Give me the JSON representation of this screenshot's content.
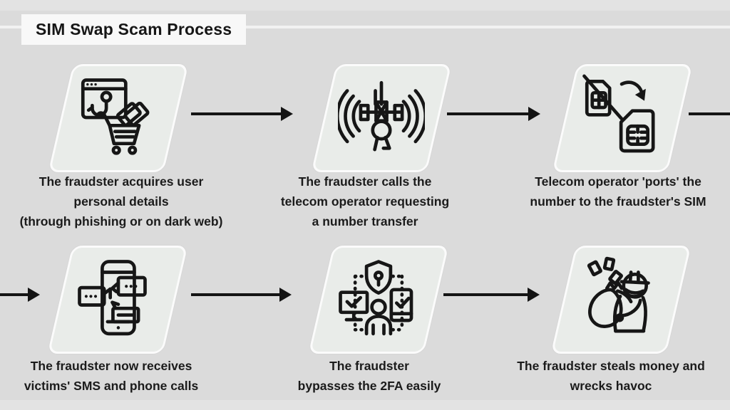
{
  "title": "SIM Swap Scam Process",
  "colors": {
    "background": "#dbdbdb",
    "band": "#e3e3e3",
    "box_fill": "#e9ece9",
    "box_border": "#fbfbfb",
    "text": "#1b1b1b",
    "arrow": "#141414"
  },
  "steps": [
    {
      "icon": "phishing-cart-icon",
      "caption": "The fraudster acquires user\npersonal details\n(through phishing or on dark web)"
    },
    {
      "icon": "cell-tower-icon",
      "caption": "The fraudster calls the\ntelecom operator requesting\na number transfer"
    },
    {
      "icon": "sim-swap-icon",
      "caption": "Telecom operator 'ports' the\nnumber to the fraudster's SIM"
    },
    {
      "icon": "phone-sms-icon",
      "caption": "The fraudster now receives\nvictims' SMS and phone calls"
    },
    {
      "icon": "two-factor-bypass-icon",
      "caption": "The fraudster\nbypasses the 2FA easily"
    },
    {
      "icon": "thief-money-icon",
      "caption": "The fraudster steals money and\nwrecks havoc"
    }
  ]
}
